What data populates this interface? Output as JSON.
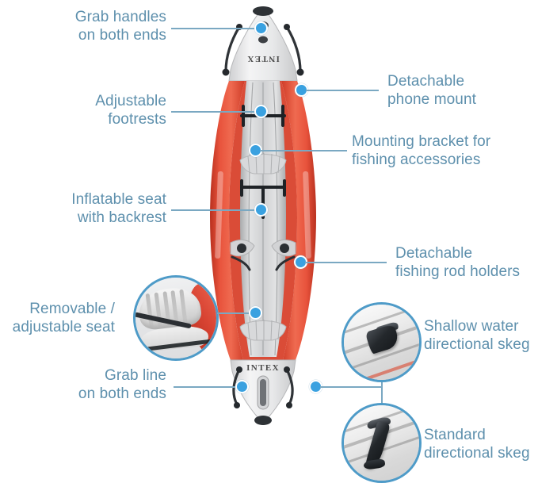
{
  "diagram": {
    "title": "Intex inflatable fishing kayak feature callouts",
    "product_brand": "INTEX",
    "accent_dot_color": "#3aa1e0",
    "label_text_color": "#5e90ad",
    "leader_line_color": "#7aa8c2",
    "bubble_ring_color": "#4e9bc8",
    "background_color": "#ffffff"
  },
  "callouts": [
    {
      "id": "grab-handles",
      "side": "left",
      "text": "Grab handles\non both ends"
    },
    {
      "id": "adjustable-footrests",
      "side": "left",
      "text": "Adjustable\nfootrests"
    },
    {
      "id": "inflatable-seat",
      "side": "left",
      "text": "Inflatable seat\nwith backrest"
    },
    {
      "id": "removable-seat",
      "side": "left",
      "text": "Removable /\nadjustable seat"
    },
    {
      "id": "grab-line",
      "side": "left",
      "text": "Grab line\non both ends"
    },
    {
      "id": "phone-mount",
      "side": "right",
      "text": "Detachable\nphone mount"
    },
    {
      "id": "mounting-bracket",
      "side": "right",
      "text": "Mounting bracket for\nfishing accessories"
    },
    {
      "id": "rod-holders",
      "side": "right",
      "text": "Detachable\nfishing rod holders"
    },
    {
      "id": "shallow-skeg",
      "side": "right",
      "text": "Shallow water\ndirectional skeg"
    },
    {
      "id": "standard-skeg",
      "side": "right",
      "text": "Standard\ndirectional skeg"
    }
  ],
  "detail_bubbles": [
    {
      "id": "seat-bubble",
      "depicts": "inflatable seat with backrest close-up"
    },
    {
      "id": "shallow-skeg-bubble",
      "depicts": "shallow water directional skeg close-up"
    },
    {
      "id": "standard-skeg-bubble",
      "depicts": "standard directional skeg close-up"
    }
  ],
  "brand_marks": {
    "bow": "INTEX",
    "stern": "INTEX"
  }
}
